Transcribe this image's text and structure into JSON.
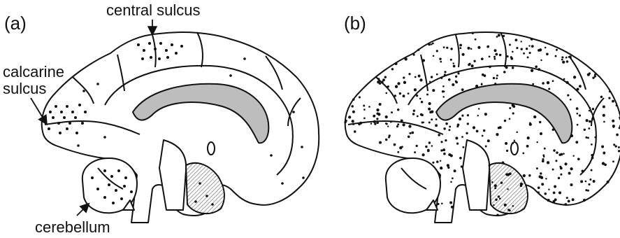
{
  "panels": [
    {
      "id": "a",
      "label": "(a)"
    },
    {
      "id": "b",
      "label": "(b)"
    }
  ],
  "annotations": {
    "central_sulcus": "central sulcus",
    "calcarine_line1": "calcarine",
    "calcarine_line2": "sulcus",
    "cerebellum": "cerebellum"
  },
  "colors": {
    "ink": "#111111",
    "shade": "#bdbdbd",
    "paper": "#ffffff"
  }
}
